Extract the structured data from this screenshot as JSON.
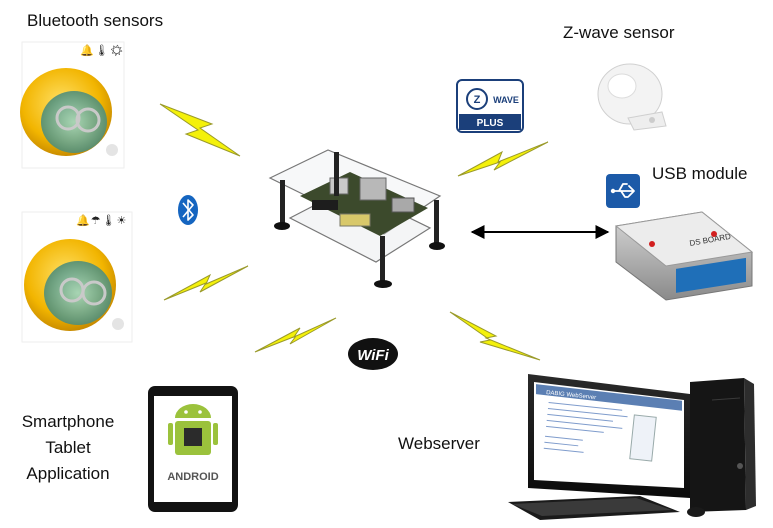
{
  "labels": {
    "bluetooth_sensors": "Bluetooth sensors",
    "zwave_sensor": "Z-wave sensor",
    "usb_module": "USB module",
    "smartphone": "Smartphone",
    "tablet": "Tablet",
    "application": "Application",
    "webserver": "Webserver"
  },
  "badges": {
    "zwave_logo_top": "Z WAVE",
    "zwave_logo_plus": "PLUS",
    "wifi_logo": "WiFi",
    "android_logo": "ANDROID",
    "webpage_title": "DABIG WebServer"
  },
  "icons": {
    "sensor1_indicators": "bell thermometer sun",
    "sensor2_indicators": "bell cloud-rain thermometer sun",
    "bluetooth": "bluetooth-icon",
    "usb": "usb-icon"
  },
  "colors": {
    "sensor_yellow": "#f2b500",
    "lightning_yellow": "#f4f10a",
    "zwave_blue": "#1b3f7a",
    "usb_blue": "#1c5aa8",
    "android_green": "#9bc23c"
  }
}
